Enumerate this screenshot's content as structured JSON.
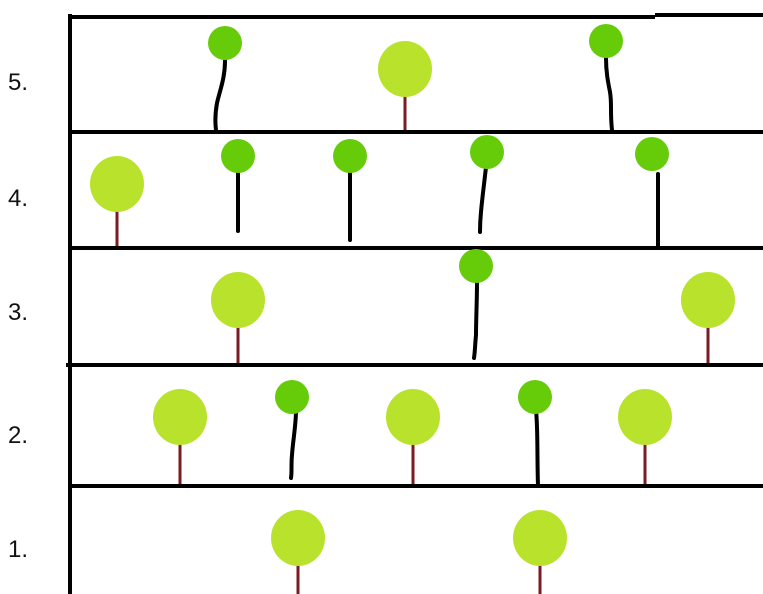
{
  "rows": [
    {
      "label": "1.",
      "items": [
        {
          "kind": "round-tree"
        },
        {
          "kind": "round-tree"
        }
      ]
    },
    {
      "label": "2.",
      "items": [
        {
          "kind": "round-tree"
        },
        {
          "kind": "lollipop"
        },
        {
          "kind": "round-tree"
        },
        {
          "kind": "lollipop"
        },
        {
          "kind": "round-tree"
        }
      ]
    },
    {
      "label": "3.",
      "items": [
        {
          "kind": "round-tree"
        },
        {
          "kind": "lollipop"
        },
        {
          "kind": "round-tree"
        }
      ]
    },
    {
      "label": "4.",
      "items": [
        {
          "kind": "round-tree"
        },
        {
          "kind": "lollipop"
        },
        {
          "kind": "lollipop"
        },
        {
          "kind": "lollipop"
        },
        {
          "kind": "lollipop"
        }
      ]
    },
    {
      "label": "5.",
      "items": [
        {
          "kind": "lollipop"
        },
        {
          "kind": "round-tree"
        },
        {
          "kind": "lollipop"
        }
      ]
    }
  ],
  "colors": {
    "line": "#000000",
    "round_tree_crown": "#b8e22c",
    "round_tree_trunk": "#7a1a22",
    "lollipop_head": "#66cc0a",
    "lollipop_stick": "#000000"
  }
}
